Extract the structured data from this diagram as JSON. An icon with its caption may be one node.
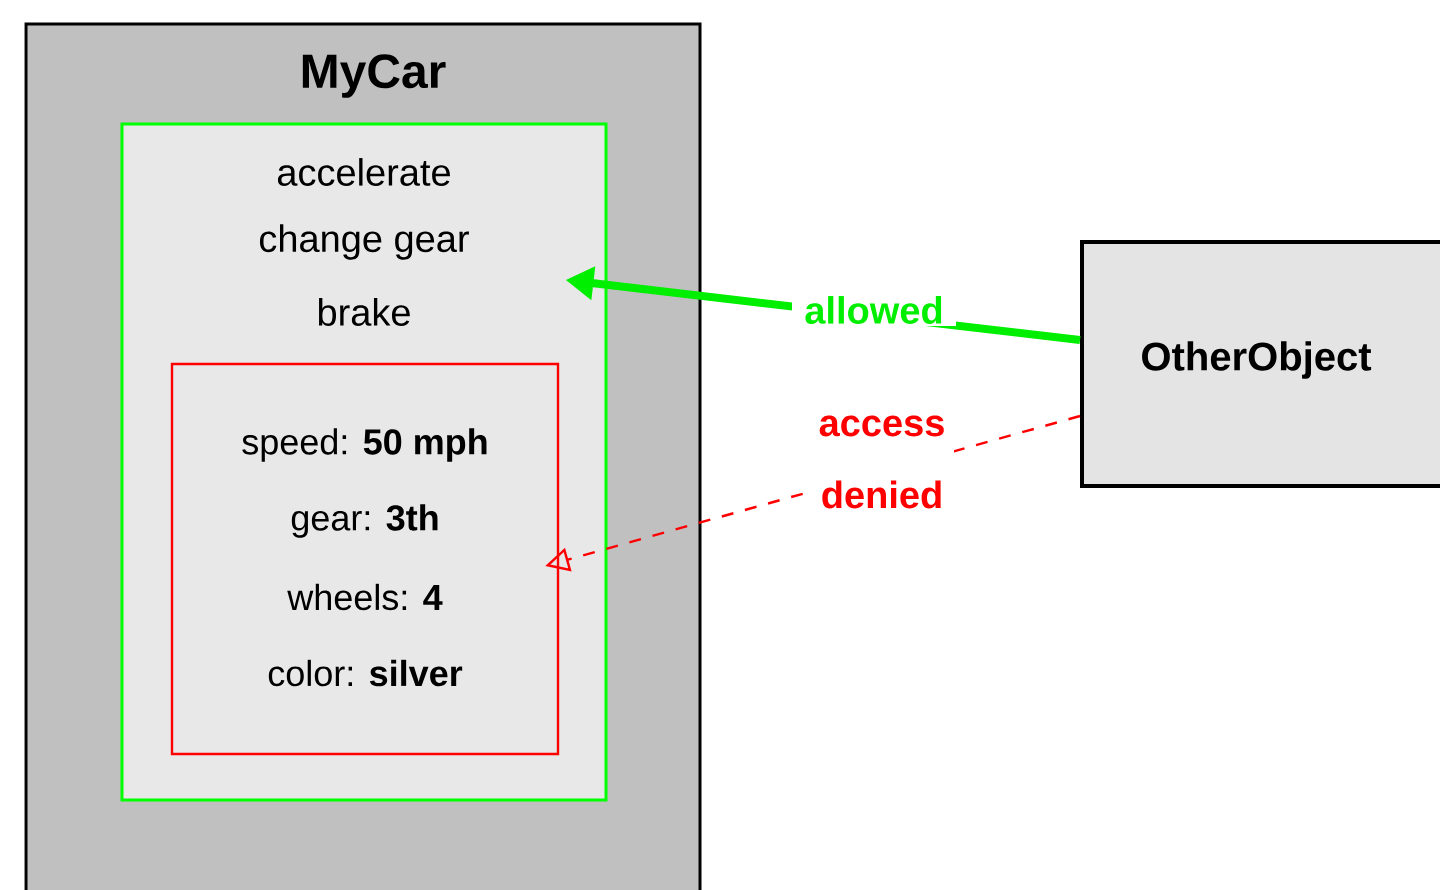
{
  "diagram": {
    "nodes": [
      {
        "text": [
          "MyCar"
        ]
      },
      {
        "text": [
          "accelerate",
          "change gear",
          "brake"
        ],
        "in": 0
      },
      {
        "text": [
          "speed: **50 mph**",
          "gear: **3th**",
          "wheels: **4**",
          "color: **silver**"
        ],
        "in": 1
      },
      {
        "text": [
          "OtherObject"
        ]
      }
    ],
    "edges": [
      {
        "from": 3,
        "to": 1,
        "arrow": "to",
        "label": "allowed",
        "style": "thick",
        "color": "#00ee00"
      },
      {
        "from": 3,
        "to": 2,
        "arrow": "to",
        "label": "access denied",
        "style": "dashed",
        "color": "#ff0000"
      }
    ]
  }
}
